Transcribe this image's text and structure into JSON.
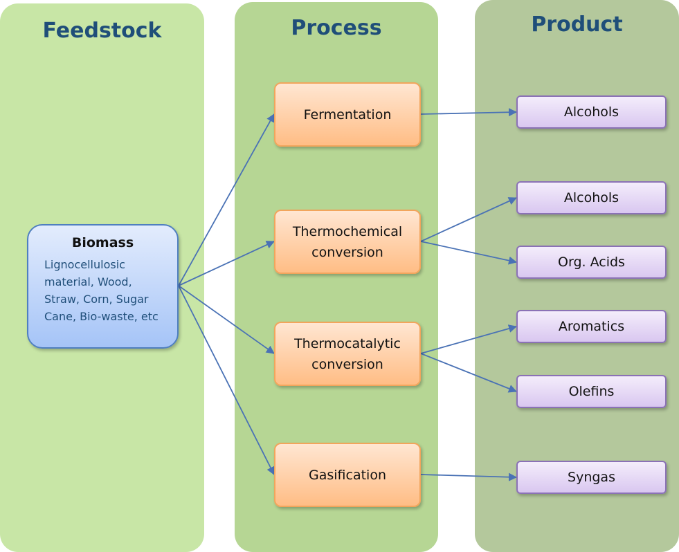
{
  "columns": {
    "feedstock": "Feedstock",
    "process": "Process",
    "product": "Product"
  },
  "biomass": {
    "title": "Biomass",
    "description": "Lignocellulosic material, Wood, Straw, Corn,  Sugar Cane, Bio-waste, etc"
  },
  "processes": {
    "fermentation": "Fermentation",
    "thermochemical": "Thermochemical conversion",
    "thermocatalytic": "Thermocatalytic conversion",
    "gasification": "Gasification"
  },
  "products": {
    "alcohols_1": "Alcohols",
    "alcohols_2": "Alcohols",
    "org_acids": "Org. Acids",
    "aromatics": "Aromatics",
    "olefins": "Olefins",
    "syngas": "Syngas"
  },
  "colors": {
    "arrow": "#4a72b5",
    "title_text": "#1f4e79"
  }
}
